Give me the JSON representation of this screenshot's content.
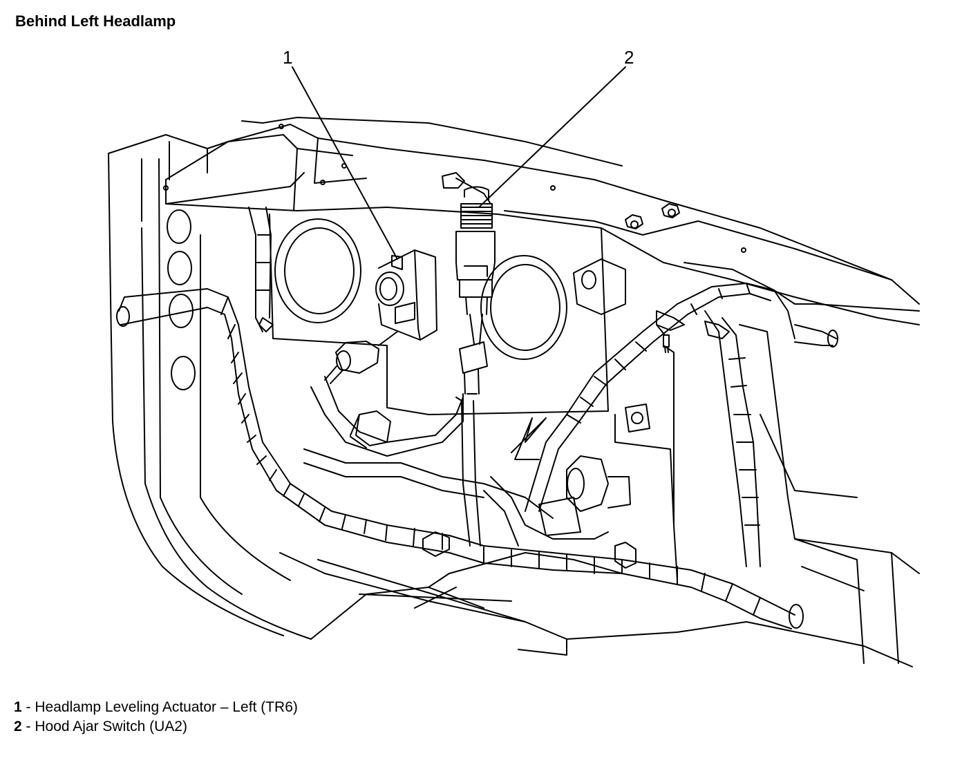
{
  "title": "Behind Left Headlamp",
  "callouts": [
    {
      "number": "1",
      "label": "Headlamp Leveling Actuator – Left (TR6)"
    },
    {
      "number": "2",
      "label": "Hood Ajar Switch (UA2)"
    }
  ],
  "legend_separator": " - "
}
